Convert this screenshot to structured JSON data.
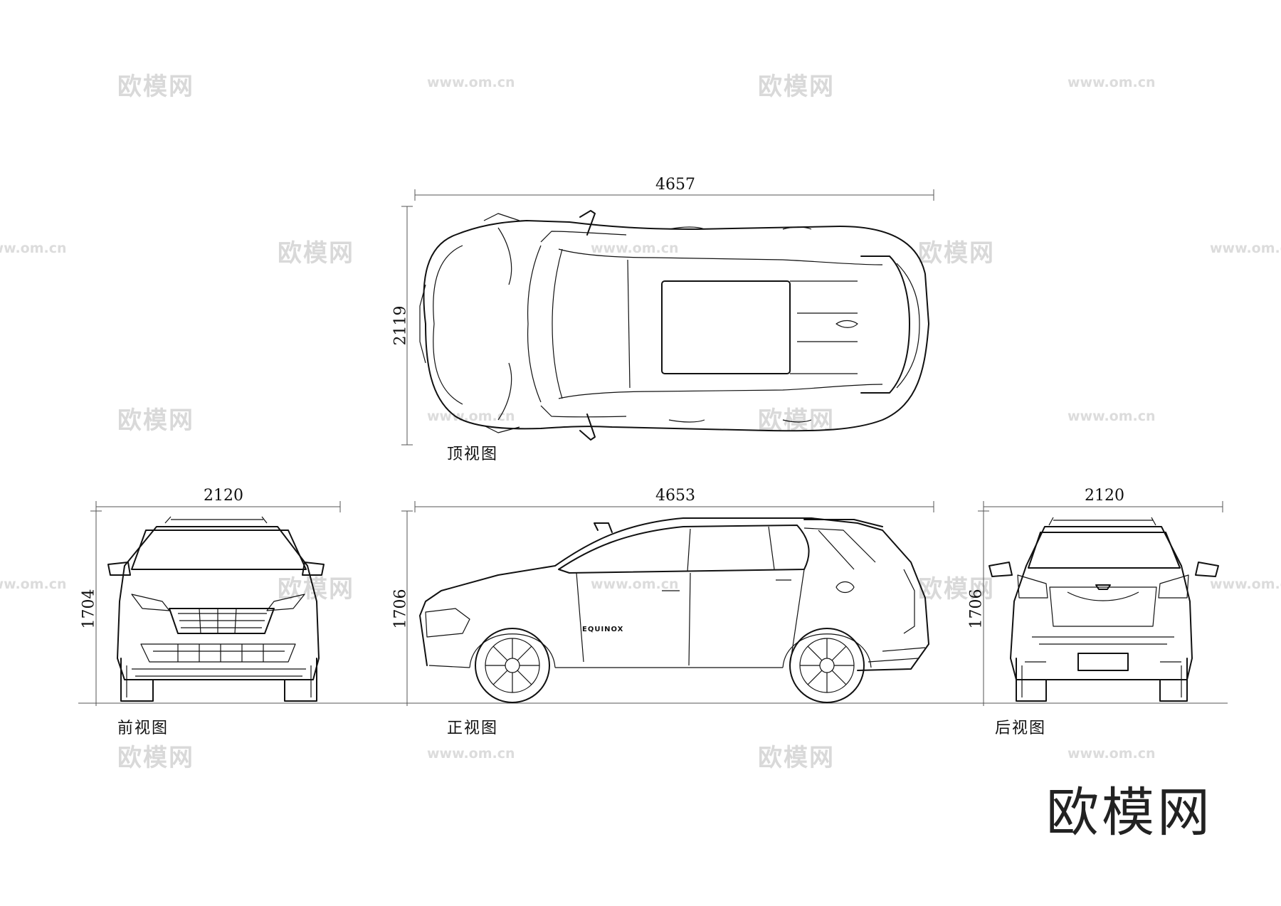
{
  "watermark": {
    "site": "欧模网",
    "url": "www.om.cn"
  },
  "brand_mark": "欧模网",
  "views": {
    "top": {
      "caption": "顶视图",
      "length": "4657",
      "width": "2119"
    },
    "front": {
      "caption": "前视图",
      "width": "2120",
      "height": "1704"
    },
    "side": {
      "caption": "正视图",
      "length": "4653",
      "height": "1706",
      "badge": "EQUINOX"
    },
    "rear": {
      "caption": "后视图",
      "width": "2120",
      "height": "1706"
    }
  }
}
